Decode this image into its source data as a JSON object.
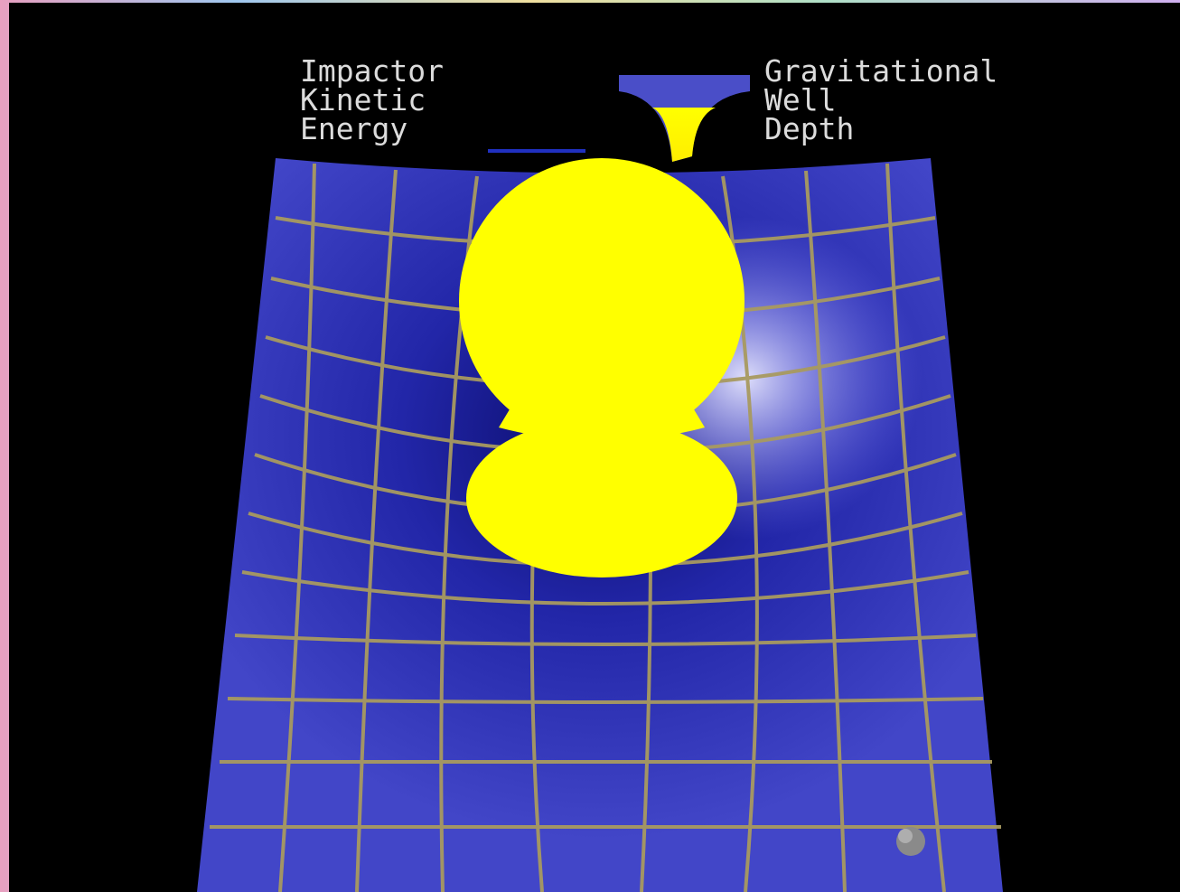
{
  "legend": {
    "impactor_kinetic_energy": [
      "Impactor",
      "Kinetic",
      "Energy"
    ],
    "gravitational_well_depth": [
      "Gravitational",
      "Well",
      "Depth"
    ]
  },
  "indicators": {
    "kinetic_energy_bar_color": "#2030c0",
    "well_gauge_rim_color": "#4a4ec8",
    "well_gauge_fill_color": "#ffff00"
  },
  "scene": {
    "background": "#000000",
    "surface_color": "#3a3ec0",
    "grid_color": "#a89a60",
    "body_color": "#ffff00",
    "small_body_color": "#8a8a8a"
  }
}
